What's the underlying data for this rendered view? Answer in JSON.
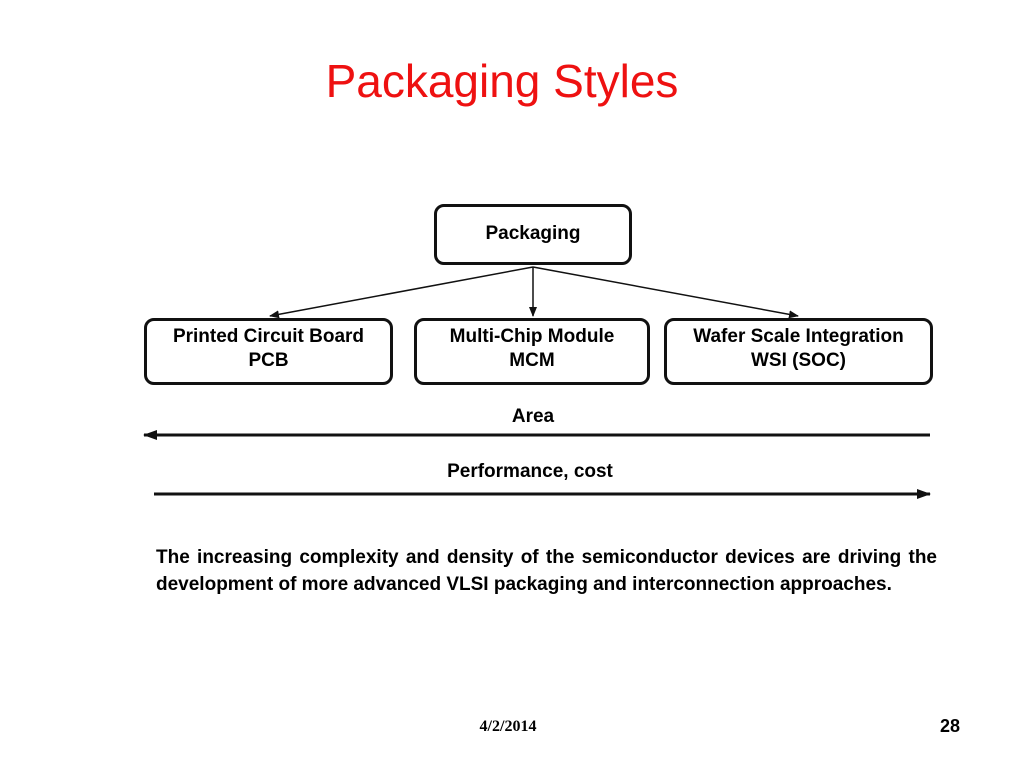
{
  "slide": {
    "title": "Packaging Styles",
    "accent_color": "#ee1111"
  },
  "diagram": {
    "root": {
      "label": "Packaging"
    },
    "children": [
      {
        "line1": "Printed Circuit Board",
        "line2": "PCB"
      },
      {
        "line1": "Multi-Chip Module",
        "line2": "MCM"
      },
      {
        "line1": "Wafer Scale Integration",
        "line2": "WSI (SOC)"
      }
    ],
    "axes": {
      "area_label": "Area",
      "area_direction": "left",
      "performance_label": "Performance, cost",
      "performance_direction": "right"
    }
  },
  "body": {
    "text": "The increasing complexity and density of the semiconductor devices are driving the development of more advanced VLSI packaging and interconnection approaches."
  },
  "footer": {
    "date": "4/2/2014",
    "page_number": "28"
  }
}
